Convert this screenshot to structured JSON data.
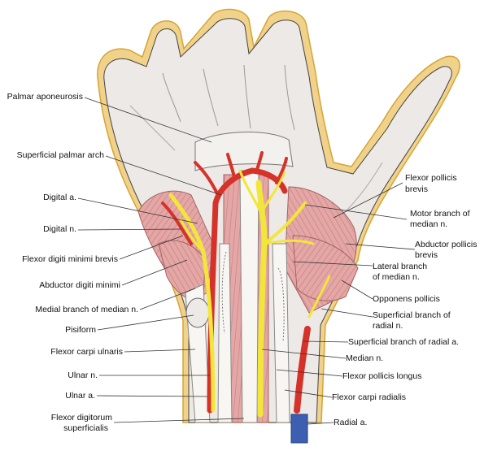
{
  "colors": {
    "skin_fill": "#ece9e6",
    "skin_edge": "#444444",
    "fat_layer": "#f1d28a",
    "fat_edge": "#d6a437",
    "muscle": "#e4a7a6",
    "muscle_stripe": "#c98585",
    "artery": "#d5322a",
    "nerve": "#f3e63a",
    "nerve_edge": "#c8b400",
    "vein": "#3d5fb0",
    "tendon": "#f7f6f2",
    "leader": "#333333"
  },
  "labels": {
    "palmar_aponeurosis": "Palmar aponeurosis",
    "superficial_palmar_arch": "Superficial palmar arch",
    "digital_a": "Digital a.",
    "digital_n": "Digital n.",
    "fdm_brevis": "Flexor digiti minimi brevis",
    "abductor_dm": "Abductor digiti minimi",
    "medial_branch": "Medial branch of median n.",
    "pisiform": "Pisiform",
    "fcu": "Flexor carpi ulnaris",
    "ulnar_n": "Ulnar n.",
    "ulnar_a": "Ulnar a.",
    "fds_line1": "Flexor digitorum",
    "fds_line2": "superficialis",
    "fpb_line1": "Flexor pollicis",
    "fpb_line2": "brevis",
    "motor_line1": "Motor branch of",
    "motor_line2": "median n.",
    "apb_line1": "Abductor pollicis",
    "apb_line2": "brevis",
    "lateral_line1": "Lateral branch",
    "lateral_line2": "of median n.",
    "opponens": "Opponens pollicis",
    "sbrn_line1": "Superficial branch of",
    "sbrn_line2": "radial n.",
    "sbra": "Superficial branch of radial a.",
    "median_n": "Median n.",
    "fpl": "Flexor pollicis longus",
    "fcr": "Flexor carpi radialis",
    "radial_a": "Radial a."
  }
}
